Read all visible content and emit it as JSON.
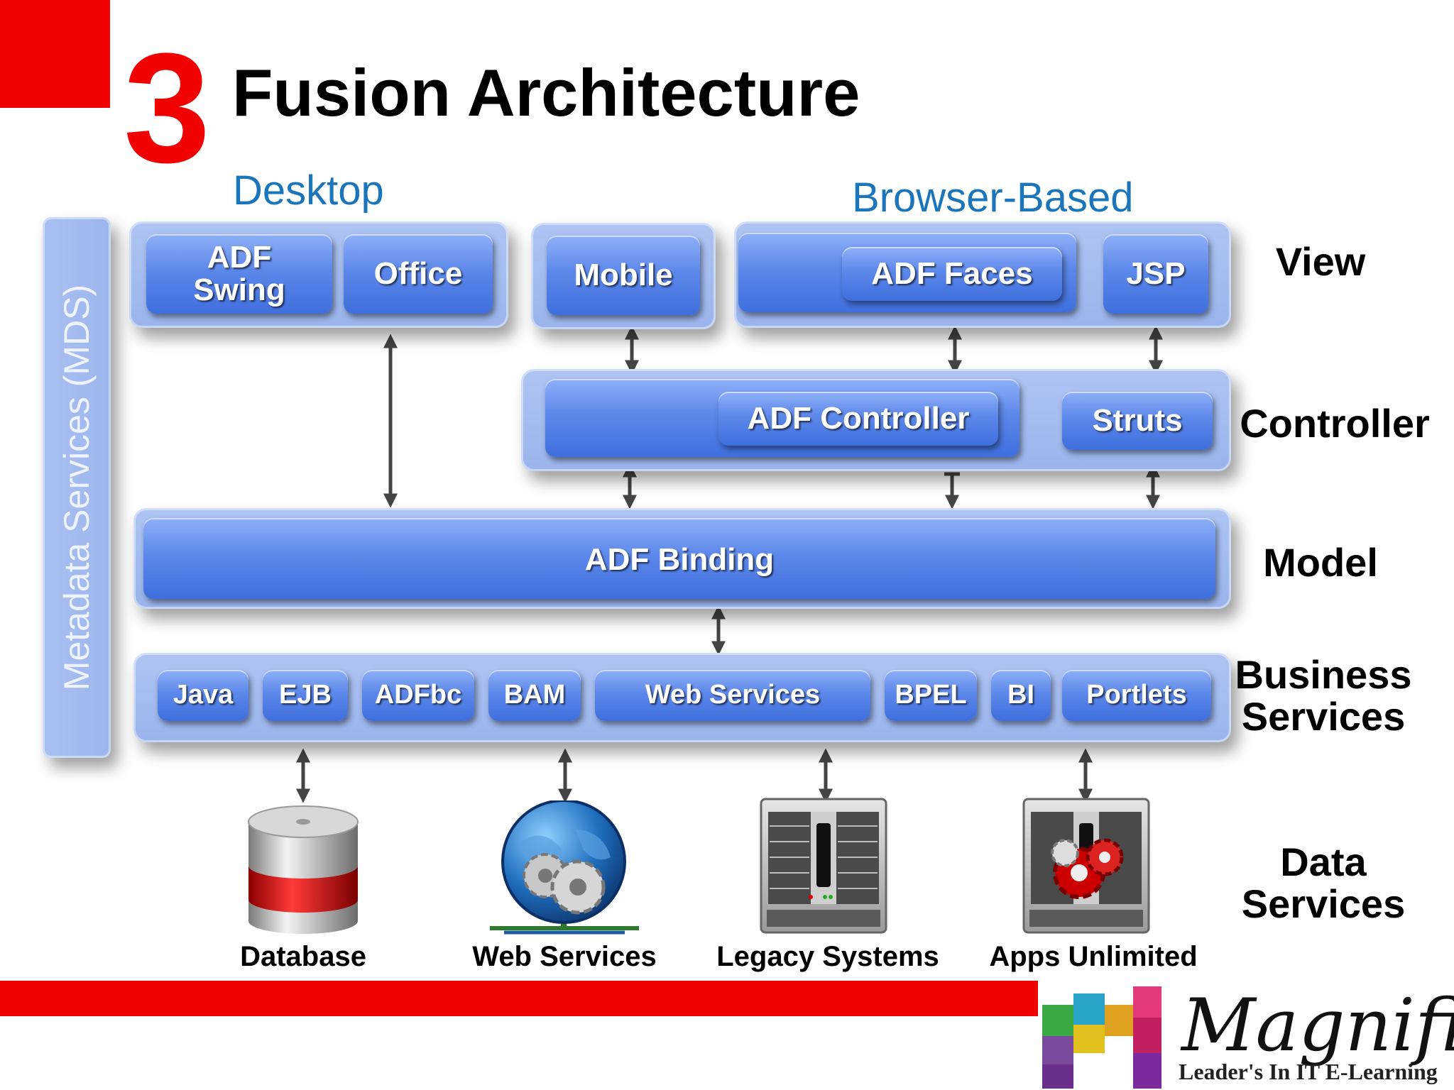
{
  "slide": {
    "number": "3",
    "title": "Fusion Architecture"
  },
  "groups": {
    "desktop": "Desktop",
    "browser": "Browser-Based"
  },
  "metadata_services": "Metadata Services (MDS)",
  "layers": {
    "view": "View",
    "controller": "Controller",
    "model": "Model",
    "business_line1": "Business",
    "business_line2": "Services",
    "data_line1": "Data",
    "data_line2": "Services"
  },
  "view": {
    "adf_swing_line1": "ADF",
    "adf_swing_line2": "Swing",
    "office": "Office",
    "mobile": "Mobile",
    "adf_faces": "ADF Faces",
    "jsp": "JSP"
  },
  "controller": {
    "adf_controller": "ADF Controller",
    "struts": "Struts"
  },
  "model": {
    "adf_binding": "ADF Binding"
  },
  "business_services": [
    "Java",
    "EJB",
    "ADFbc",
    "BAM",
    "Web Services",
    "BPEL",
    "BI",
    "Portlets"
  ],
  "data_services": [
    "Database",
    "Web Services",
    "Legacy Systems",
    "Apps Unlimited"
  ],
  "icons": {
    "database": "database-icon",
    "web_services": "globe-gears-icon",
    "legacy": "server-icon",
    "apps": "server-gears-icon"
  },
  "brand": {
    "name": "Magnific",
    "tagline": "Leader's In IT E-Learning"
  },
  "colors": {
    "accent_red": "#f00000",
    "button_blue": "#4f7de6",
    "panel_blue": "#a6bdf0",
    "label_blue": "#1b75bb"
  }
}
